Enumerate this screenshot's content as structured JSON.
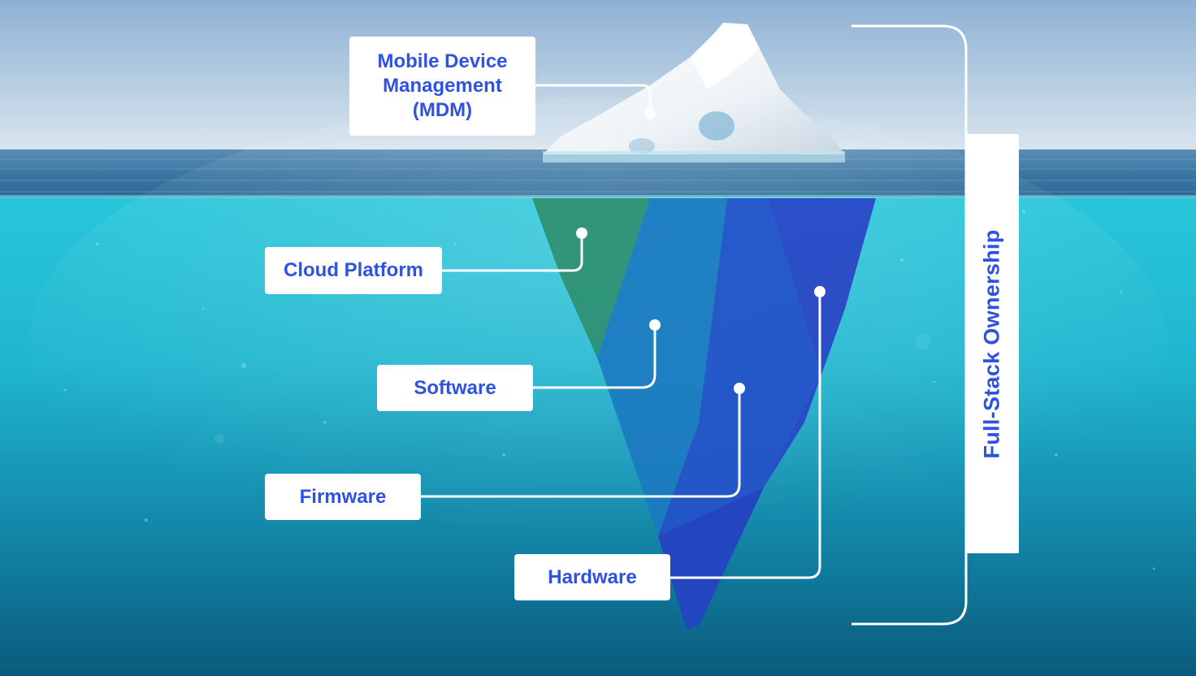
{
  "labels": {
    "mdm": "Mobile Device Management (MDM)",
    "cloud_platform": "Cloud Platform",
    "software": "Software",
    "firmware": "Firmware",
    "hardware": "Hardware"
  },
  "bracket_label": "Full-Stack Ownership",
  "colors": {
    "label_text": "#2f52e0",
    "label_bg": "#ffffff",
    "sky_top": "#8fb3d6",
    "sky_bottom": "#d7e4ee",
    "water_surface": "#3f7ea8",
    "underwater_top": "#26c3d9",
    "underwater_bottom": "#0b5f80",
    "layer_cloud": "#2e8a6e",
    "layer_software": "#1f78b8",
    "layer_firmware": "#2453c8",
    "layer_hardware": "#2346c4"
  },
  "icons": {
    "iceberg_tip": "iceberg-tip-icon",
    "connector_dot": "connector-dot-icon"
  }
}
